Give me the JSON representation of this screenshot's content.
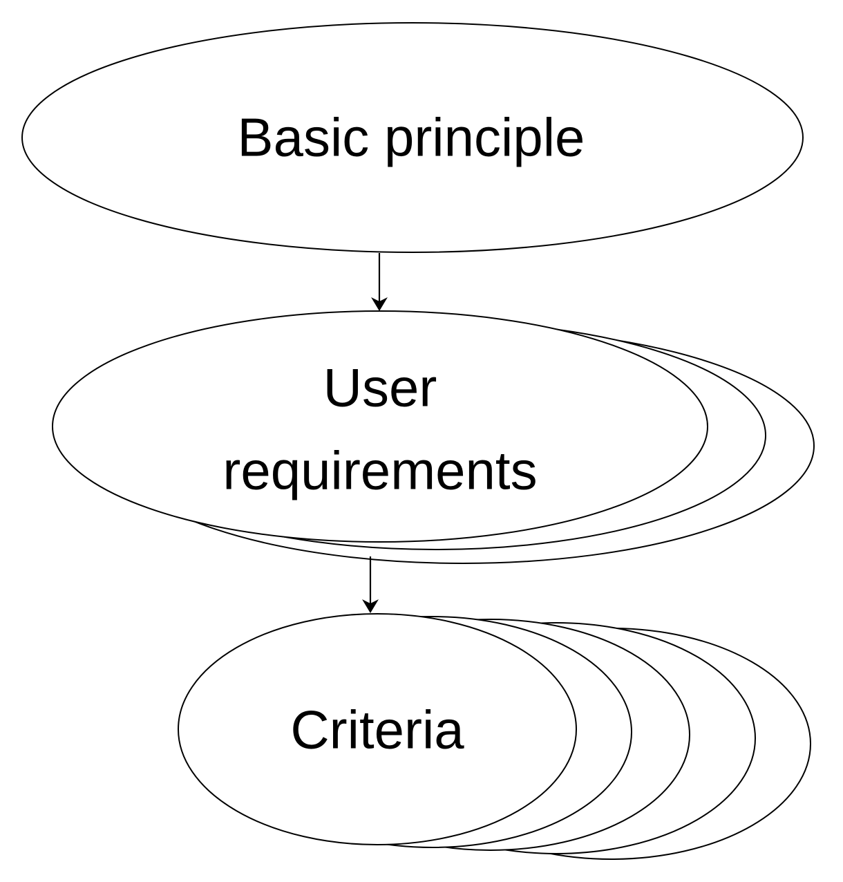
{
  "diagram": {
    "nodes": {
      "basic_principle": {
        "label": "Basic principle"
      },
      "user_requirements": {
        "label_line1": "User",
        "label_line2": "requirements"
      },
      "criteria": {
        "label": "Criteria"
      }
    },
    "edges": [
      {
        "from": "Basic principle",
        "to": "User requirements"
      },
      {
        "from": "User requirements",
        "to": "Criteria"
      }
    ],
    "colors": {
      "stroke": "#000000",
      "fill": "#ffffff",
      "text": "#000000",
      "background": "#ffffff"
    }
  }
}
